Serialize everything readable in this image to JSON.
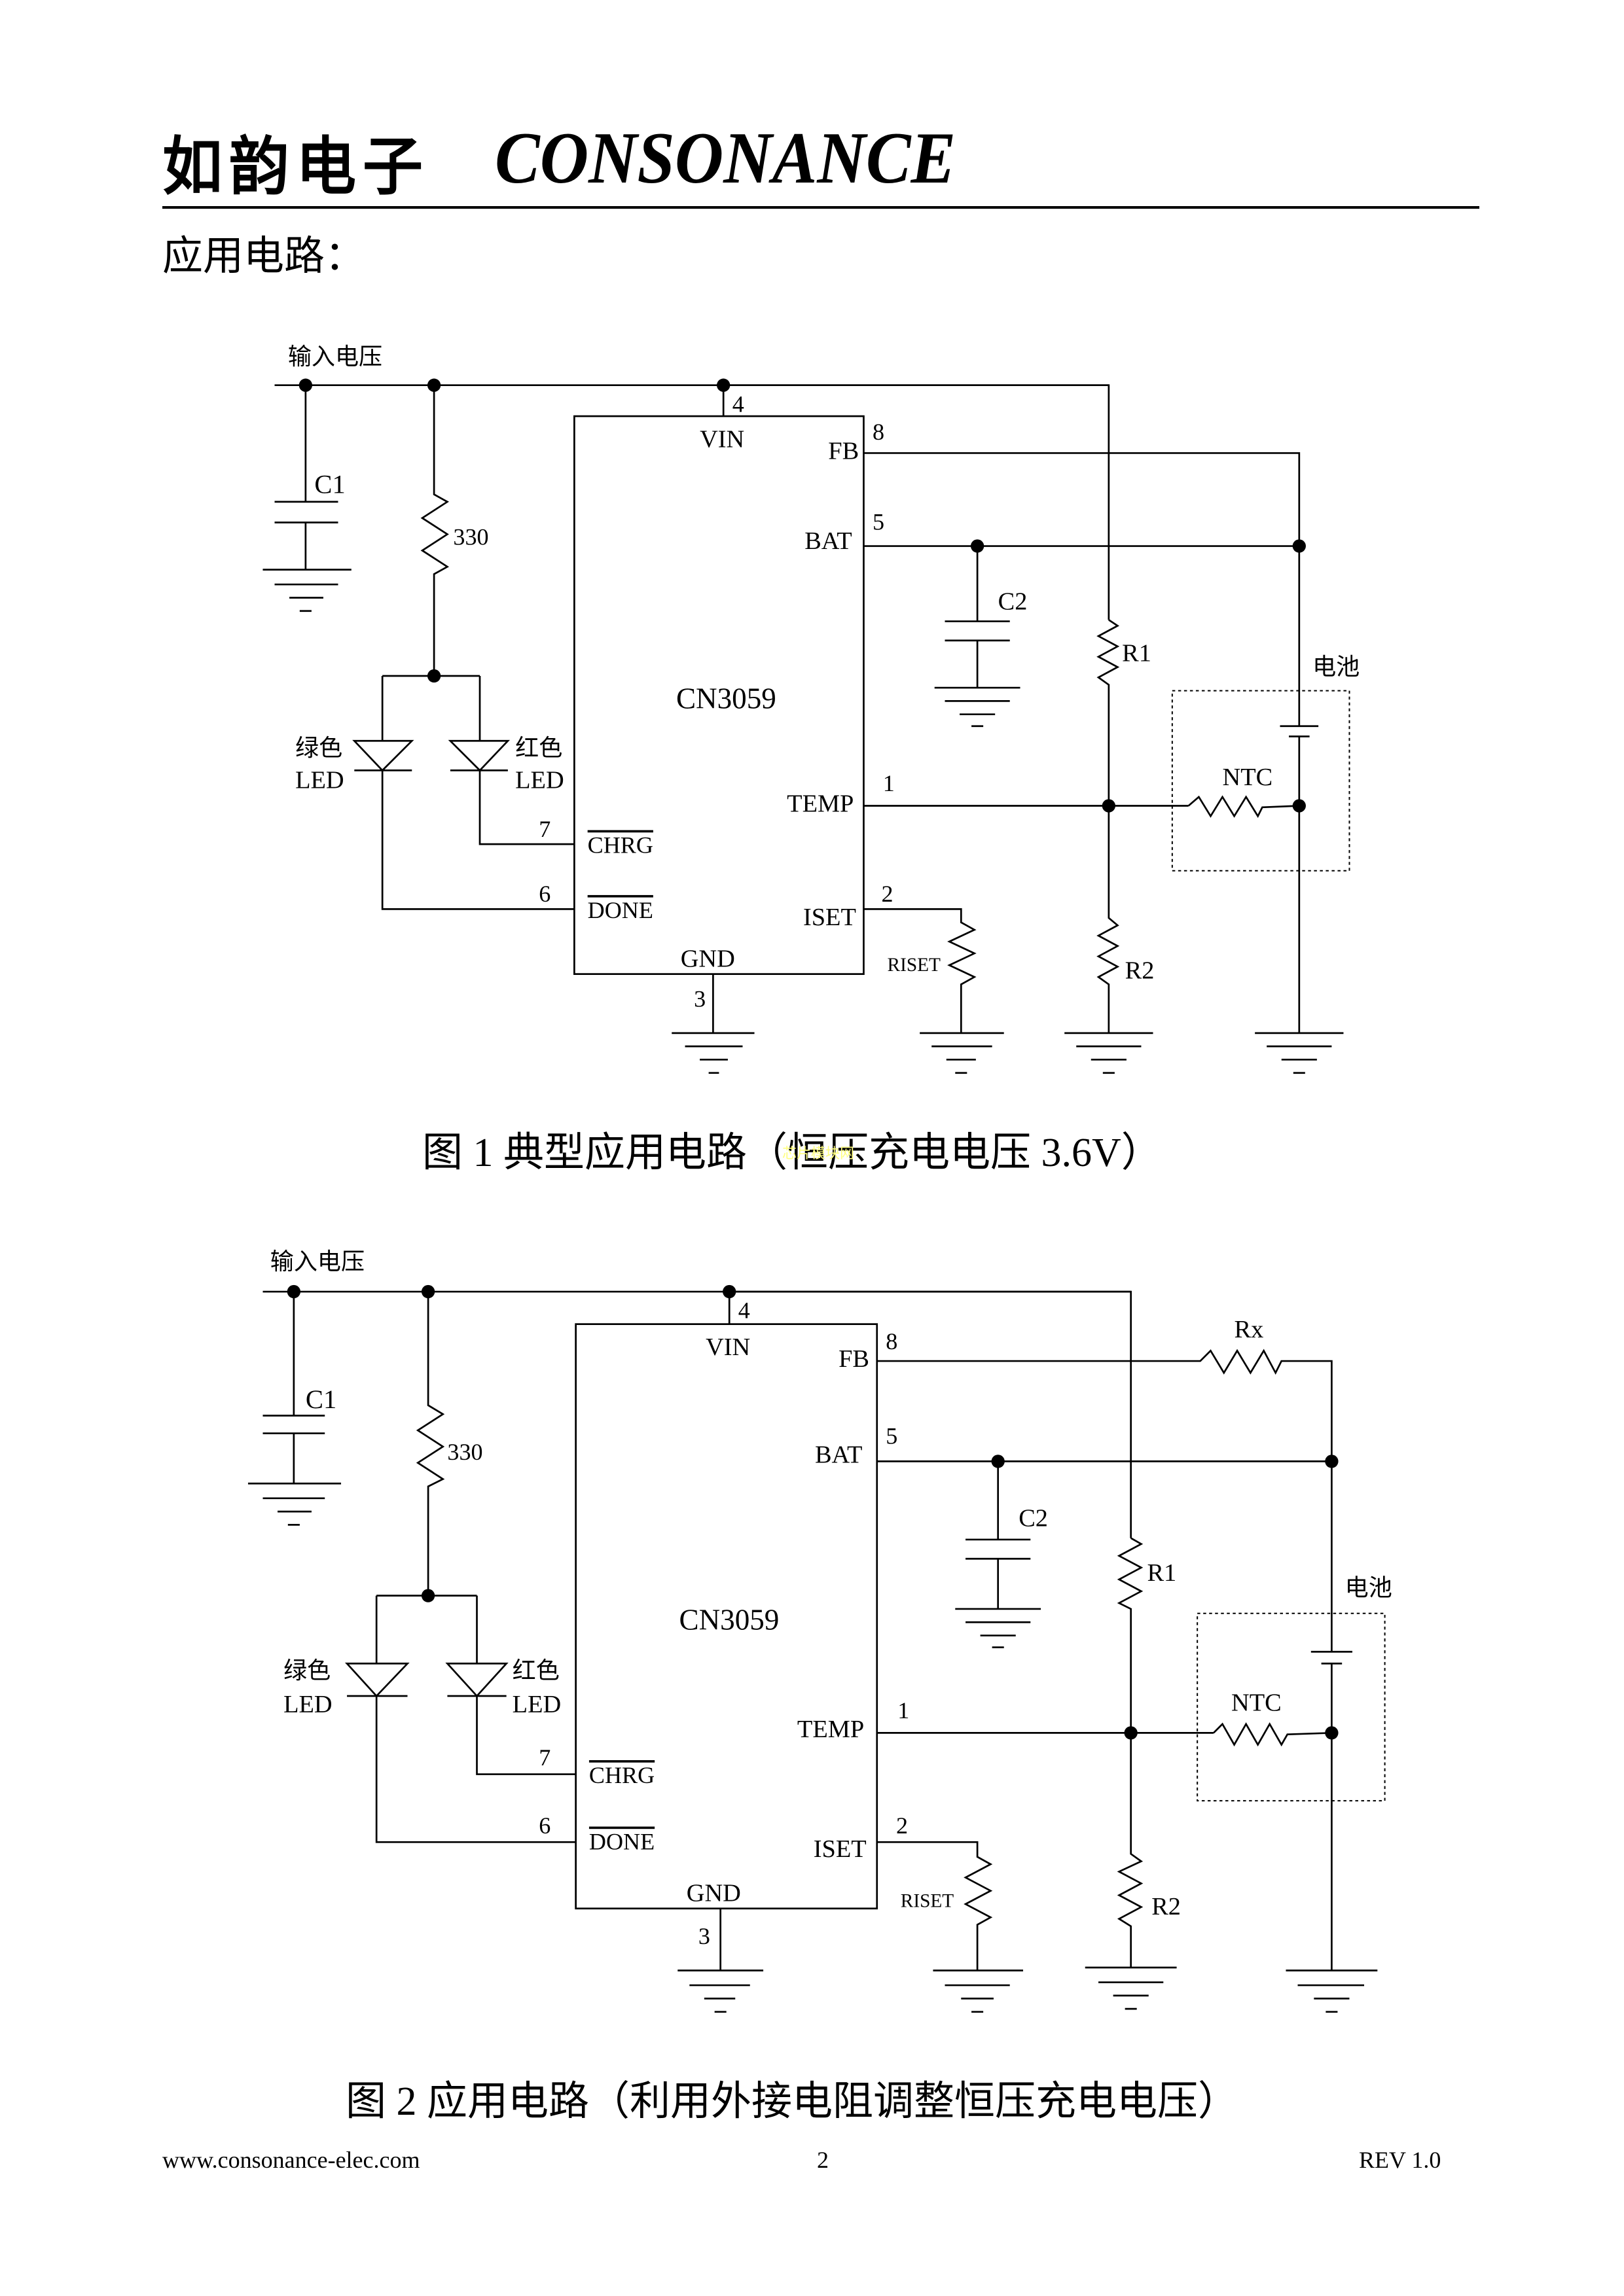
{
  "header": {
    "brand_cn": "如韵电子",
    "brand_en": "CONSONANCE"
  },
  "section_title": "应用电路：",
  "figures": [
    {
      "caption": "图 1    典型应用电路（恒压充电电压 3.6V）",
      "labels": {
        "input_voltage": "输入电压",
        "chip": "CN3059",
        "c1": "C1",
        "c2": "C2",
        "r_led": "330",
        "r1": "R1",
        "r2": "R2",
        "riset": "RISET",
        "battery": "电池",
        "ntc": "NTC",
        "green_led_1": "绿色",
        "green_led_2": "LED",
        "red_led_1": "红色",
        "red_led_2": "LED",
        "pins": {
          "vin": "VIN",
          "vin_num": "4",
          "fb": "FB",
          "fb_num": "8",
          "bat": "BAT",
          "bat_num": "5",
          "temp": "TEMP",
          "temp_num": "1",
          "chrg": "CHRG",
          "chrg_num": "7",
          "done": "DONE",
          "done_num": "6",
          "iset": "ISET",
          "iset_num": "2",
          "gnd": "GND",
          "gnd_num": "3"
        }
      }
    },
    {
      "caption": "图 2    应用电路（利用外接电阻调整恒压充电电压）",
      "labels": {
        "input_voltage": "输入电压",
        "chip": "CN3059",
        "c1": "C1",
        "c2": "C2",
        "r_led": "330",
        "r1": "R1",
        "r2": "R2",
        "rx": "Rx",
        "riset": "RISET",
        "battery": "电池",
        "ntc": "NTC",
        "green_led_1": "绿色",
        "green_led_2": "LED",
        "red_led_1": "红色",
        "red_led_2": "LED",
        "pins": {
          "vin": "VIN",
          "vin_num": "4",
          "fb": "FB",
          "fb_num": "8",
          "bat": "BAT",
          "bat_num": "5",
          "temp": "TEMP",
          "temp_num": "1",
          "chrg": "CHRG",
          "chrg_num": "7",
          "done": "DONE",
          "done_num": "6",
          "iset": "ISET",
          "iset_num": "2",
          "gnd": "GND",
          "gnd_num": "3"
        }
      }
    }
  ],
  "watermark": "芯片模块网",
  "footer": {
    "url": "www.consonance-elec.com",
    "page": "2",
    "revision": "REV 1.0"
  }
}
